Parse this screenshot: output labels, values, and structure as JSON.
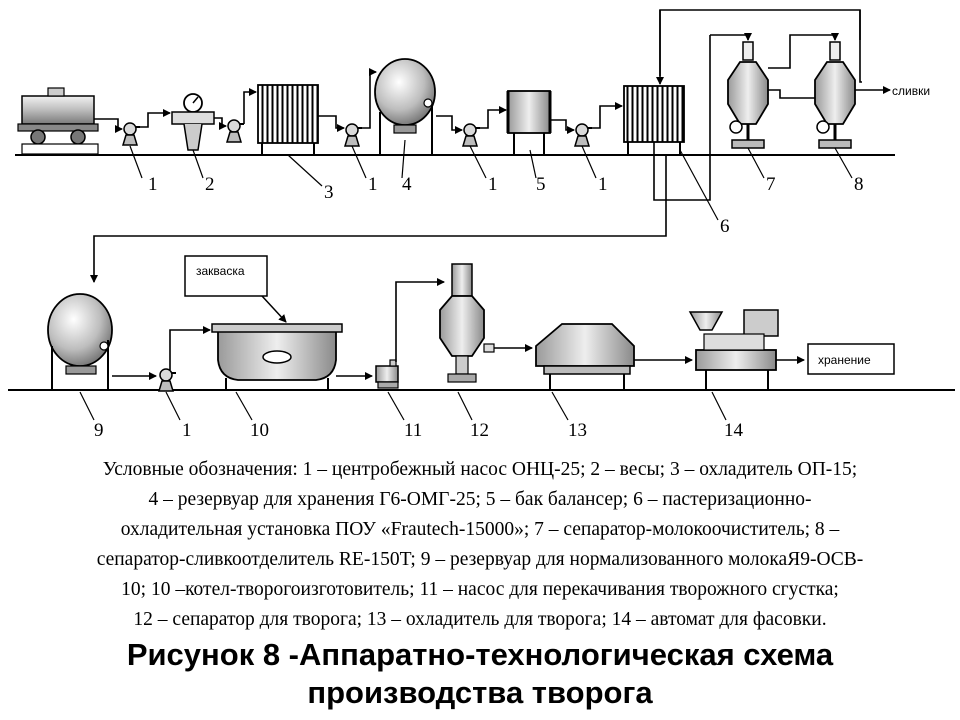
{
  "diagram": {
    "labels": {
      "n1a": "1",
      "n2": "2",
      "n3": "3",
      "n1b": "1",
      "n4": "4",
      "n1c": "1",
      "n5": "5",
      "n1d": "1",
      "n6": "6",
      "n7": "7",
      "n8": "8",
      "n9": "9",
      "n1e": "1",
      "n10": "10",
      "n11": "11",
      "n12": "12",
      "n13": "13",
      "n14": "14"
    },
    "cream_output": "сливки",
    "starter_box": "закваска",
    "storage_box": "хранение"
  },
  "legend": {
    "line1": "Условные обозначения: 1 – центробежный насос ОНЦ-25; 2 – весы; 3 – охладитель ОП-15;",
    "line2": "4 – резервуар для хранения Г6-ОМГ-25; 5 – бак балансер; 6 – пастеризационно-",
    "line3": "охладительная установка ПОУ «Frautech-15000»; 7 – сепаратор-молокоочиститель; 8 –",
    "line4": "сепаратор-сливкоотделитель RE-150T; 9 – резервуар для нормализованного молокаЯ9-ОСВ-",
    "line5": "10; 10 –котел-творогоизготовитель; 11 – насос для перекачивания творожного сгустка;",
    "line6": "12 – сепаратор для творога; 13 – охладитель для творога; 14 – автомат для фасовки."
  },
  "caption": {
    "line1": "Рисунок 8 -Аппаратно-технологическая схема",
    "line2": "производства творога"
  }
}
